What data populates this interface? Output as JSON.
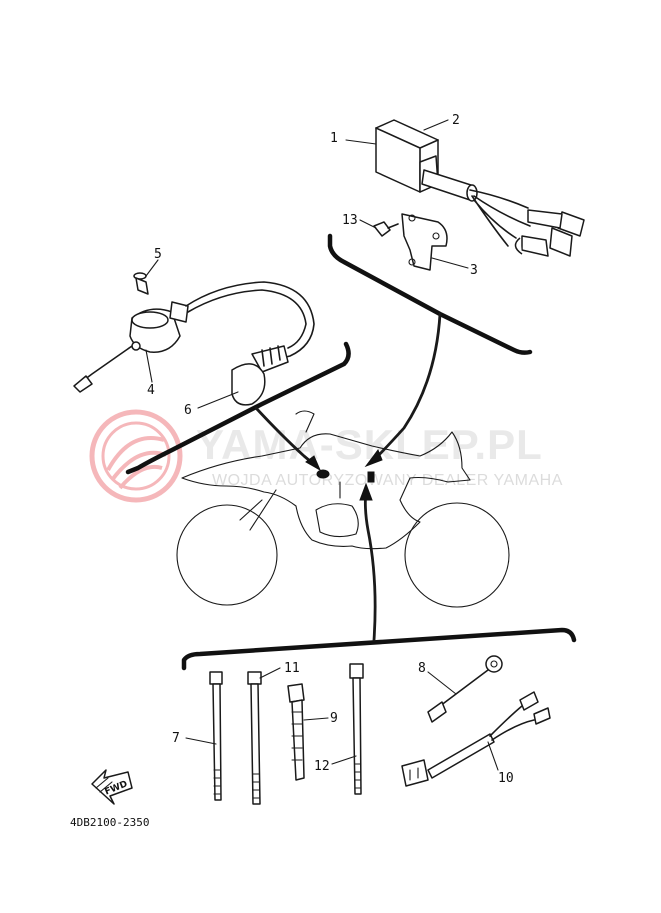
{
  "diagram": {
    "part_code": "4DB2100-2350",
    "forward_label": "FWD",
    "watermark": {
      "title": "YAMA-SKLEP.PL",
      "subtitle": "WOJDA AUTORYZOWANY DEALER YAMAHA",
      "color": "#e3343c"
    },
    "callouts": [
      {
        "id": "1",
        "text": "1"
      },
      {
        "id": "2",
        "text": "2"
      },
      {
        "id": "3",
        "text": "3"
      },
      {
        "id": "4",
        "text": "4"
      },
      {
        "id": "5",
        "text": "5"
      },
      {
        "id": "6",
        "text": "6"
      },
      {
        "id": "7",
        "text": "7"
      },
      {
        "id": "8",
        "text": "8"
      },
      {
        "id": "9",
        "text": "9"
      },
      {
        "id": "10",
        "text": "10"
      },
      {
        "id": "11",
        "text": "11"
      },
      {
        "id": "12",
        "text": "12"
      },
      {
        "id": "13",
        "text": "13"
      }
    ]
  }
}
